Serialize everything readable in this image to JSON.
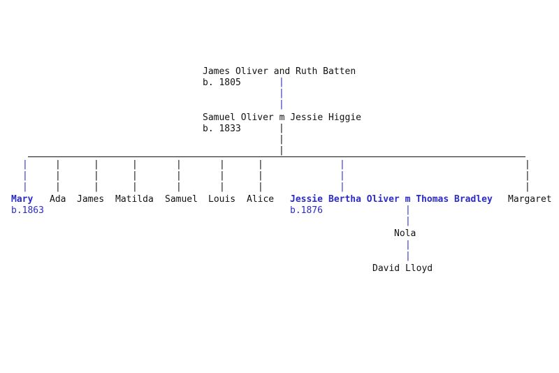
{
  "colors": {
    "link": "#2a2ac8",
    "text": "#111111",
    "background": "#ffffff"
  },
  "ancestors": {
    "couple": "James Oliver and Ruth Batten",
    "couple_birth": "b. 1805"
  },
  "parents": {
    "couple": "Samuel Oliver m Jessie Higgie",
    "couple_birth": "b. 1833"
  },
  "connector": "|",
  "children": {
    "mary": {
      "name": "Mary",
      "birth": "b.1863"
    },
    "ada": "Ada",
    "james": "James",
    "matilda": "Matilda",
    "samuel": "Samuel",
    "louis": "Louis",
    "alice": "Alice",
    "jessie": {
      "name": "Jessie",
      "birth": "b.1876"
    },
    "bertha_couple": "Bertha Oliver m Thomas Bradley",
    "margaret": "Margaret"
  },
  "grandchild": "Nola",
  "great_grandchild": "David Lloyd"
}
